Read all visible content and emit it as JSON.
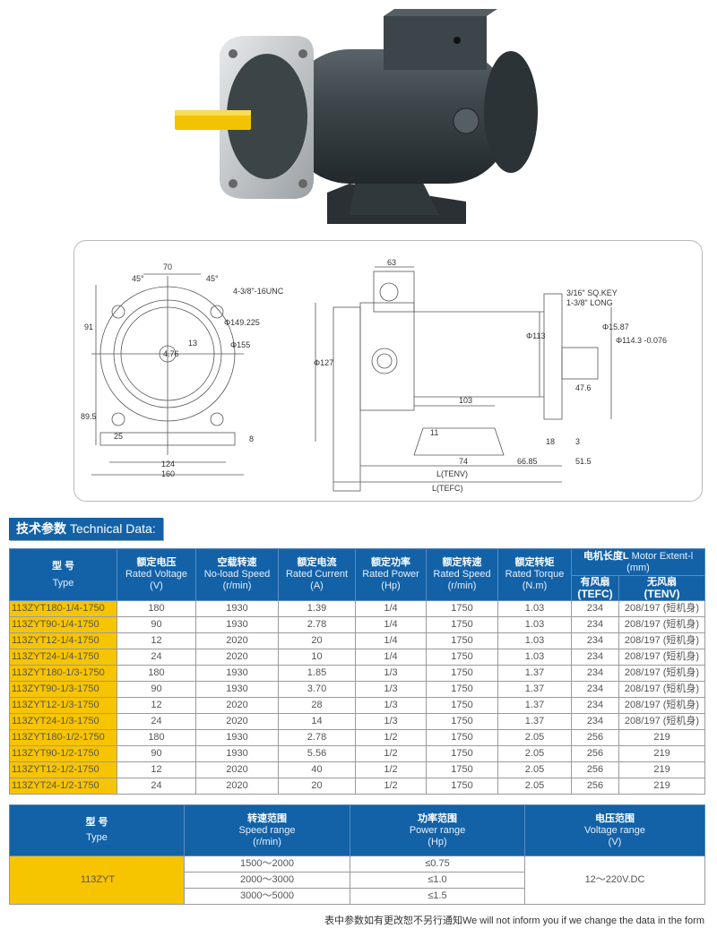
{
  "section_title": {
    "cn": "技术参数",
    "en": "Technical Data:"
  },
  "drawing": {
    "front": [
      "70",
      "45°",
      "45°",
      "4-3/8\"-16UNC",
      "Φ149.225",
      "Φ155",
      "4.76",
      "13",
      "91",
      "89.5",
      "25",
      "8",
      "124",
      "160"
    ],
    "side": [
      "63",
      "3/16\" SQ.KEY",
      "1-3/8\" LONG",
      "Φ113",
      "Φ15.87",
      "Φ114.3 -0.076",
      "Φ127",
      "103",
      "47.6",
      "11",
      "18",
      "3",
      "74",
      "66.85",
      "51.5",
      "L(TENV)",
      "L(TEFC)"
    ]
  },
  "table1": {
    "headers": {
      "type": {
        "cn": "型  号",
        "en": "Type"
      },
      "voltage": {
        "cn": "额定电压",
        "en": "Rated Voltage",
        "unit": "(V)"
      },
      "noload": {
        "cn": "空载转速",
        "en": "No-load Speed",
        "unit": "(r/min)"
      },
      "current": {
        "cn": "额定电流",
        "en": "Rated Current",
        "unit": "(A)"
      },
      "power": {
        "cn": "额定功率",
        "en": "Rated Power",
        "unit": "(Hp)"
      },
      "speed": {
        "cn": "额定转速",
        "en": "Rated Speed",
        "unit": "(r/min)"
      },
      "torque": {
        "cn": "额定转矩",
        "en": "Rated Torque",
        "unit": "(N.m)"
      },
      "length": {
        "cn": "电机长度L",
        "en": "Motor Extent-l",
        "unit": "(mm)"
      },
      "tefc": {
        "cn": "有风扇",
        "en": "(TEFC)"
      },
      "tenv": {
        "cn": "无风扇",
        "en": "(TENV)"
      }
    },
    "rows": [
      [
        "113ZYT180-1/4-1750",
        "180",
        "1930",
        "1.39",
        "1/4",
        "1750",
        "1.03",
        "234",
        "208/197 (短机身)"
      ],
      [
        "113ZYT90-1/4-1750",
        "90",
        "1930",
        "2.78",
        "1/4",
        "1750",
        "1.03",
        "234",
        "208/197 (短机身)"
      ],
      [
        "113ZYT12-1/4-1750",
        "12",
        "2020",
        "20",
        "1/4",
        "1750",
        "1.03",
        "234",
        "208/197 (短机身)"
      ],
      [
        "113ZYT24-1/4-1750",
        "24",
        "2020",
        "10",
        "1/4",
        "1750",
        "1.03",
        "234",
        "208/197 (短机身)"
      ],
      [
        "113ZYT180-1/3-1750",
        "180",
        "1930",
        "1.85",
        "1/3",
        "1750",
        "1.37",
        "234",
        "208/197 (短机身)"
      ],
      [
        "113ZYT90-1/3-1750",
        "90",
        "1930",
        "3.70",
        "1/3",
        "1750",
        "1.37",
        "234",
        "208/197 (短机身)"
      ],
      [
        "113ZYT12-1/3-1750",
        "12",
        "2020",
        "28",
        "1/3",
        "1750",
        "1.37",
        "234",
        "208/197 (短机身)"
      ],
      [
        "113ZYT24-1/3-1750",
        "24",
        "2020",
        "14",
        "1/3",
        "1750",
        "1.37",
        "234",
        "208/197 (短机身)"
      ],
      [
        "113ZYT180-1/2-1750",
        "180",
        "1930",
        "2.78",
        "1/2",
        "1750",
        "2.05",
        "256",
        "219"
      ],
      [
        "113ZYT90-1/2-1750",
        "90",
        "1930",
        "5.56",
        "1/2",
        "1750",
        "2.05",
        "256",
        "219"
      ],
      [
        "113ZYT12-1/2-1750",
        "12",
        "2020",
        "40",
        "1/2",
        "1750",
        "2.05",
        "256",
        "219"
      ],
      [
        "113ZYT24-1/2-1750",
        "24",
        "2020",
        "20",
        "1/2",
        "1750",
        "2.05",
        "256",
        "219"
      ]
    ]
  },
  "table2": {
    "headers": {
      "type": {
        "cn": "型  号",
        "en": "Type"
      },
      "speed": {
        "cn": "转速范围",
        "en": "Speed range",
        "unit": "(r/min)"
      },
      "power": {
        "cn": "功率范围",
        "en": "Power range",
        "unit": "(Hp)"
      },
      "voltage": {
        "cn": "电压范围",
        "en": "Voltage range",
        "unit": "(V)"
      }
    },
    "type": "113ZYT",
    "voltage": "12～220V.DC",
    "rows": [
      {
        "speed": "1500～2000",
        "power": "≤0.75"
      },
      {
        "speed": "2000～3000",
        "power": "≤1.0"
      },
      {
        "speed": "3000～5000",
        "power": "≤1.5"
      }
    ]
  },
  "footer": "表中参数如有更改恕不另行通知We will not inform you if we change the data in the form",
  "colors": {
    "header_blue": "#1362a8",
    "type_yellow": "#f7c400",
    "motor": "#3a4246"
  }
}
